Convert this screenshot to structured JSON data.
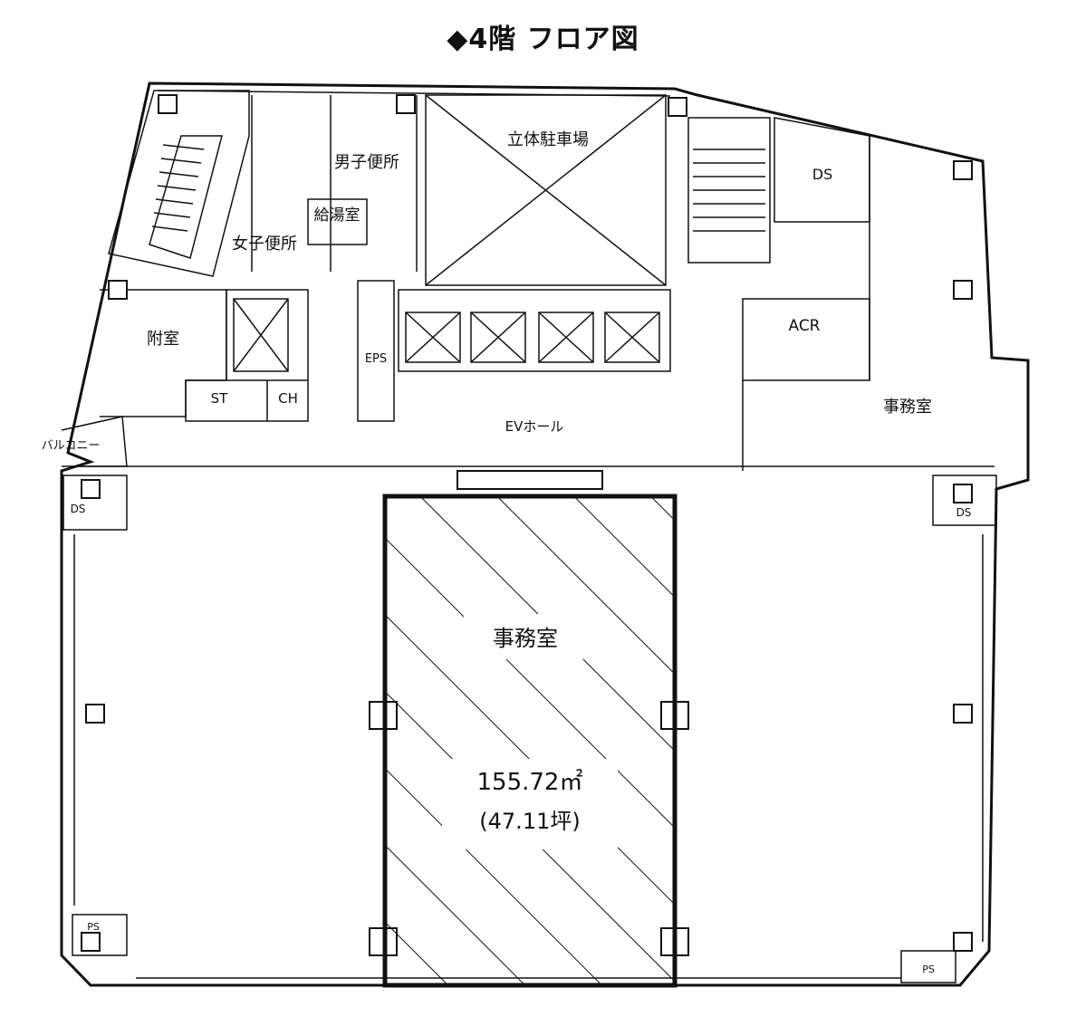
{
  "title": "◆4階 フロア図",
  "rooms": {
    "parking": "立体駐車場",
    "mens_toilet": "男子便所",
    "womens_toilet": "女子便所",
    "kitchenette": "給湯室",
    "anteroom": "附室",
    "st": "ST",
    "ch": "CH",
    "eps": "EPS",
    "ev_hall": "EVホール",
    "ds_top": "DS",
    "acr": "ACR",
    "office_right": "事務室",
    "balcony": "バルコニー",
    "ds_left": "DS",
    "ds_right": "DS",
    "ps_left": "PS",
    "ps_right": "PS",
    "office_main": "事務室"
  },
  "area": {
    "sqm": "155.72㎡",
    "tsubo": "(47.11坪)"
  }
}
